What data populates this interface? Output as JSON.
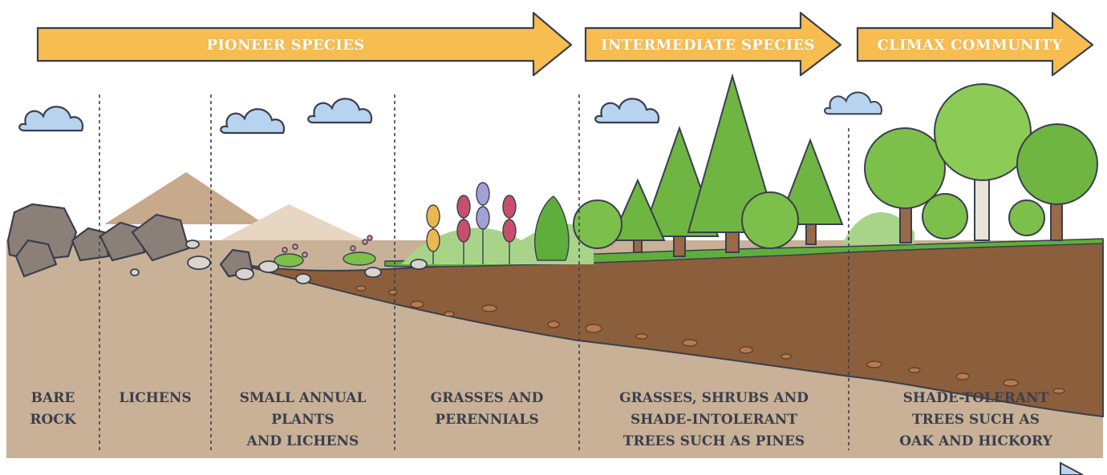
{
  "phases": [
    {
      "label": "PIONEER SPECIES"
    },
    {
      "label": "INTERMEDIATE SPECIES"
    },
    {
      "label": "CLIMAX COMMUNITY"
    }
  ],
  "stages": [
    {
      "lines": [
        "BARE",
        "ROCK"
      ]
    },
    {
      "lines": [
        "LICHENS"
      ]
    },
    {
      "lines": [
        "SMALL ANNUAL",
        "PLANTS",
        "AND LICHENS"
      ]
    },
    {
      "lines": [
        "GRASSES AND",
        "PERENNIALS"
      ]
    },
    {
      "lines": [
        "GRASSES, SHRUBS AND",
        "SHADE-INTOLERANT",
        "TREES SUCH AS PINES"
      ]
    },
    {
      "lines": [
        "SHADE-TOLERANT",
        "TREES SUCH AS",
        "OAK AND HICKORY"
      ]
    }
  ],
  "colors": {
    "arrow_fill": "#f7bd50",
    "outline": "#3a3f4d",
    "bedrock": "#c8b196",
    "soil": "#8b5e3c",
    "grass": "#5fae3b",
    "cloud": "#b7d3ef",
    "foliage": "#7cbf4a"
  }
}
